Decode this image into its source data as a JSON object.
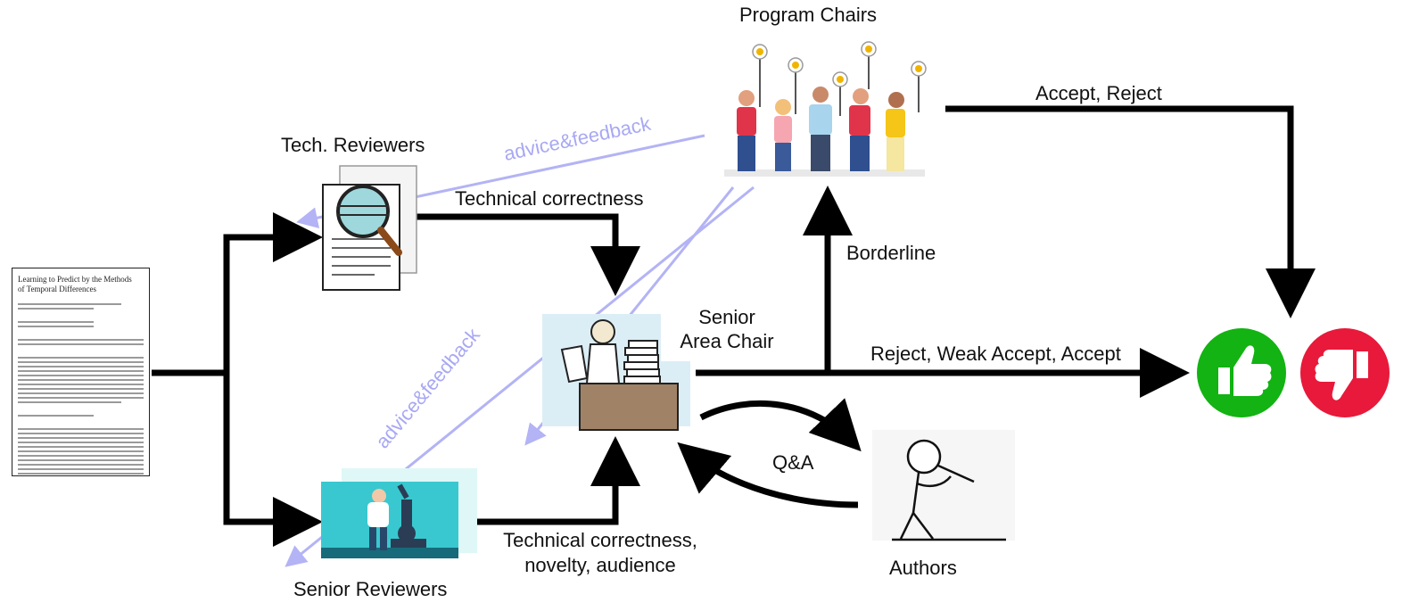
{
  "nodes": {
    "program_chairs": "Program Chairs",
    "tech_reviewers": "Tech. Reviewers",
    "senior_reviewers": "Senior Reviewers",
    "senior_area_chair_line1": "Senior",
    "senior_area_chair_line2": "Area Chair",
    "authors": "Authors"
  },
  "edges": {
    "accept_reject": "Accept, Reject",
    "technical_correctness": "Technical correctness",
    "borderline": "Borderline",
    "reject_weak_accept_accept": "Reject, Weak Accept, Accept",
    "qa": "Q&A",
    "senior_criteria_line1": "Technical correctness,",
    "senior_criteria_line2": "novelty, audience",
    "advice_feedback_top": "advice&feedback",
    "advice_feedback_left": "advice&feedback"
  },
  "paper": {
    "title_line1": "Learning to Predict by the Methods",
    "title_line2": "of Temporal Differences"
  },
  "colors": {
    "arrow": "#000000",
    "feedback": "#b3b3f5",
    "accept": "#12b312",
    "reject": "#e8193a"
  },
  "icons": {
    "accept": "thumbs-up-icon",
    "reject": "thumbs-down-icon"
  }
}
